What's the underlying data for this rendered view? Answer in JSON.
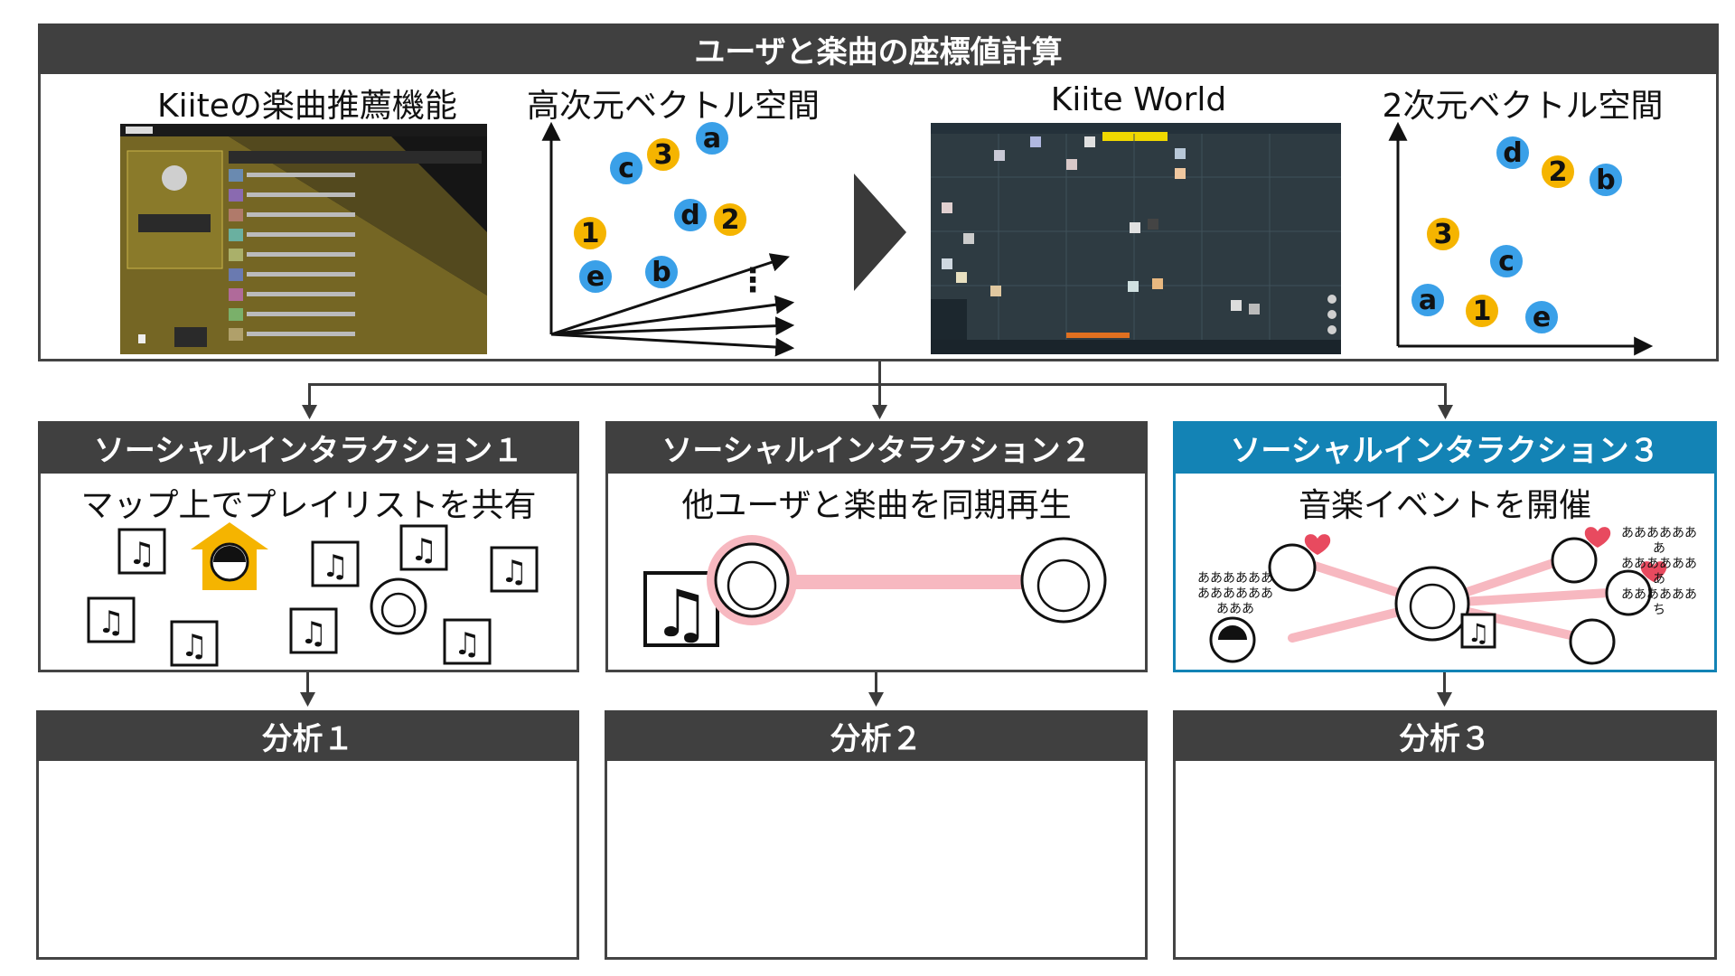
{
  "top": {
    "title": "ユーザと楽曲の座標値計算",
    "sections": {
      "recommend": "Kiiteの楽曲推薦機能",
      "highdim": "高次元ベクトル空間",
      "world": "Kiite World",
      "twodim": "2次元ベクトル空間"
    },
    "highdim_points": [
      {
        "label": "a",
        "kind": "user"
      },
      {
        "label": "c",
        "kind": "user"
      },
      {
        "label": "3",
        "kind": "song"
      },
      {
        "label": "d",
        "kind": "user"
      },
      {
        "label": "2",
        "kind": "song"
      },
      {
        "label": "1",
        "kind": "song"
      },
      {
        "label": "e",
        "kind": "user"
      },
      {
        "label": "b",
        "kind": "user"
      }
    ],
    "twodim_points": [
      {
        "label": "d",
        "kind": "user"
      },
      {
        "label": "2",
        "kind": "song"
      },
      {
        "label": "b",
        "kind": "user"
      },
      {
        "label": "3",
        "kind": "song"
      },
      {
        "label": "c",
        "kind": "user"
      },
      {
        "label": "a",
        "kind": "user"
      },
      {
        "label": "1",
        "kind": "song"
      },
      {
        "label": "e",
        "kind": "user"
      }
    ],
    "vector_ellipsis": "⋮"
  },
  "interactions": [
    {
      "title": "ソーシャルインタラクション１",
      "desc": "マップ上でプレイリストを共有"
    },
    {
      "title": "ソーシャルインタラクション２",
      "desc": "他ユーザと楽曲を同期再生"
    },
    {
      "title": "ソーシャルインタラクション３",
      "desc": "音楽イベントを開催"
    }
  ],
  "event_chatter": {
    "left": [
      "ああああああ",
      "ああああああ",
      "あああ"
    ],
    "right": [
      "あああああああ",
      "あああああああ",
      "ああああああち"
    ]
  },
  "analyses": [
    {
      "title": "分析１"
    },
    {
      "title": "分析２"
    },
    {
      "title": "分析３"
    }
  ],
  "colors": {
    "header_dark": "#404040",
    "header_blue": "#1383b5",
    "user_dot": "#3aa0e8",
    "song_dot": "#f5b400",
    "pink_link": "#f7b8c0",
    "heart": "#e84a5f"
  }
}
